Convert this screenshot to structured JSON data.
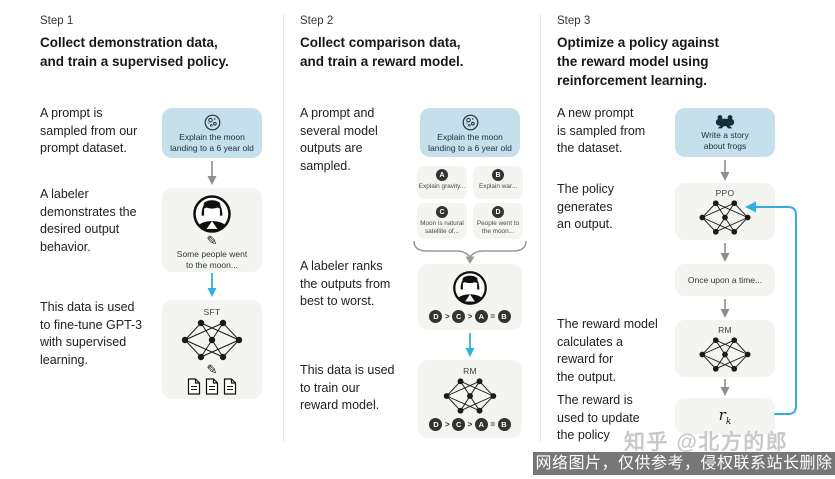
{
  "step1": {
    "label": "Step 1",
    "title": "Collect demonstration data,\nand train a supervised policy.",
    "texts": {
      "prompt": "A prompt is\nsampled from our\nprompt dataset.",
      "labeler": "A labeler\ndemonstrates the\ndesired output\nbehavior.",
      "finetune": "This data is used\nto fine-tune GPT-3\nwith supervised\nlearning."
    },
    "prompt_card": "Explain the moon\nlanding to a 6 year old",
    "labeler_card": "Some people went\nto the moon...",
    "sft_label": "SFT"
  },
  "step2": {
    "label": "Step 2",
    "title": "Collect comparison data,\nand train a reward model.",
    "texts": {
      "prompt": "A prompt and\nseveral model\noutputs are\nsampled.",
      "rank": "A labeler ranks\nthe outputs from\nbest to worst.",
      "train": "This data is used\nto train our\nreward model."
    },
    "prompt_card": "Explain the moon\nlanding to a 6 year old",
    "options": [
      {
        "letter": "A",
        "text": "Explain gravity..."
      },
      {
        "letter": "B",
        "text": "Explain war..."
      },
      {
        "letter": "C",
        "text": "Moon is natural\nsatellite of..."
      },
      {
        "letter": "D",
        "text": "People went to\nthe moon..."
      }
    ],
    "rm_label": "RM",
    "ranking": {
      "c1": "D",
      "s1": ">",
      "c2": "C",
      "s2": ">",
      "c3": "A",
      "s3": "=",
      "c4": "B"
    }
  },
  "step3": {
    "label": "Step 3",
    "title": "Optimize a policy against\nthe reward model using\nreinforcement learning.",
    "texts": {
      "prompt": "A new prompt\nis sampled from\nthe dataset.",
      "policy": "The policy\ngenerates\nan output.",
      "reward": "The reward model\ncalculates a\nreward for\nthe output.",
      "update": "The reward is\nused to update\nthe policy"
    },
    "prompt_card": "Write a story\nabout frogs",
    "ppo_label": "PPO",
    "output_card": "Once upon a time...",
    "rm_label": "RM",
    "reward_r": "r",
    "reward_sub": "k"
  },
  "icons": {
    "pencil": "✎",
    "step1_prompt": "moon-icon",
    "step3_prompt": "frog-icon",
    "labeler": "labeler-avatar-icon",
    "network": "neural-network-icon",
    "documents": "document-icon"
  },
  "colors": {
    "prompt_card_bg": "#c5dfeb",
    "card_bg": "#f4f4f1",
    "arrow_gray": "#8e8e8e",
    "arrow_cyan": "#30b0e0",
    "chip_bg": "#333333",
    "text": "#202123",
    "banner_bg": "#616161",
    "banner_text": "#ffffff",
    "watermark_text": "#bcbcbc"
  },
  "watermark": "知乎 @北方的郎",
  "banner": "网络图片，仅供参考，侵权联系站长删除"
}
